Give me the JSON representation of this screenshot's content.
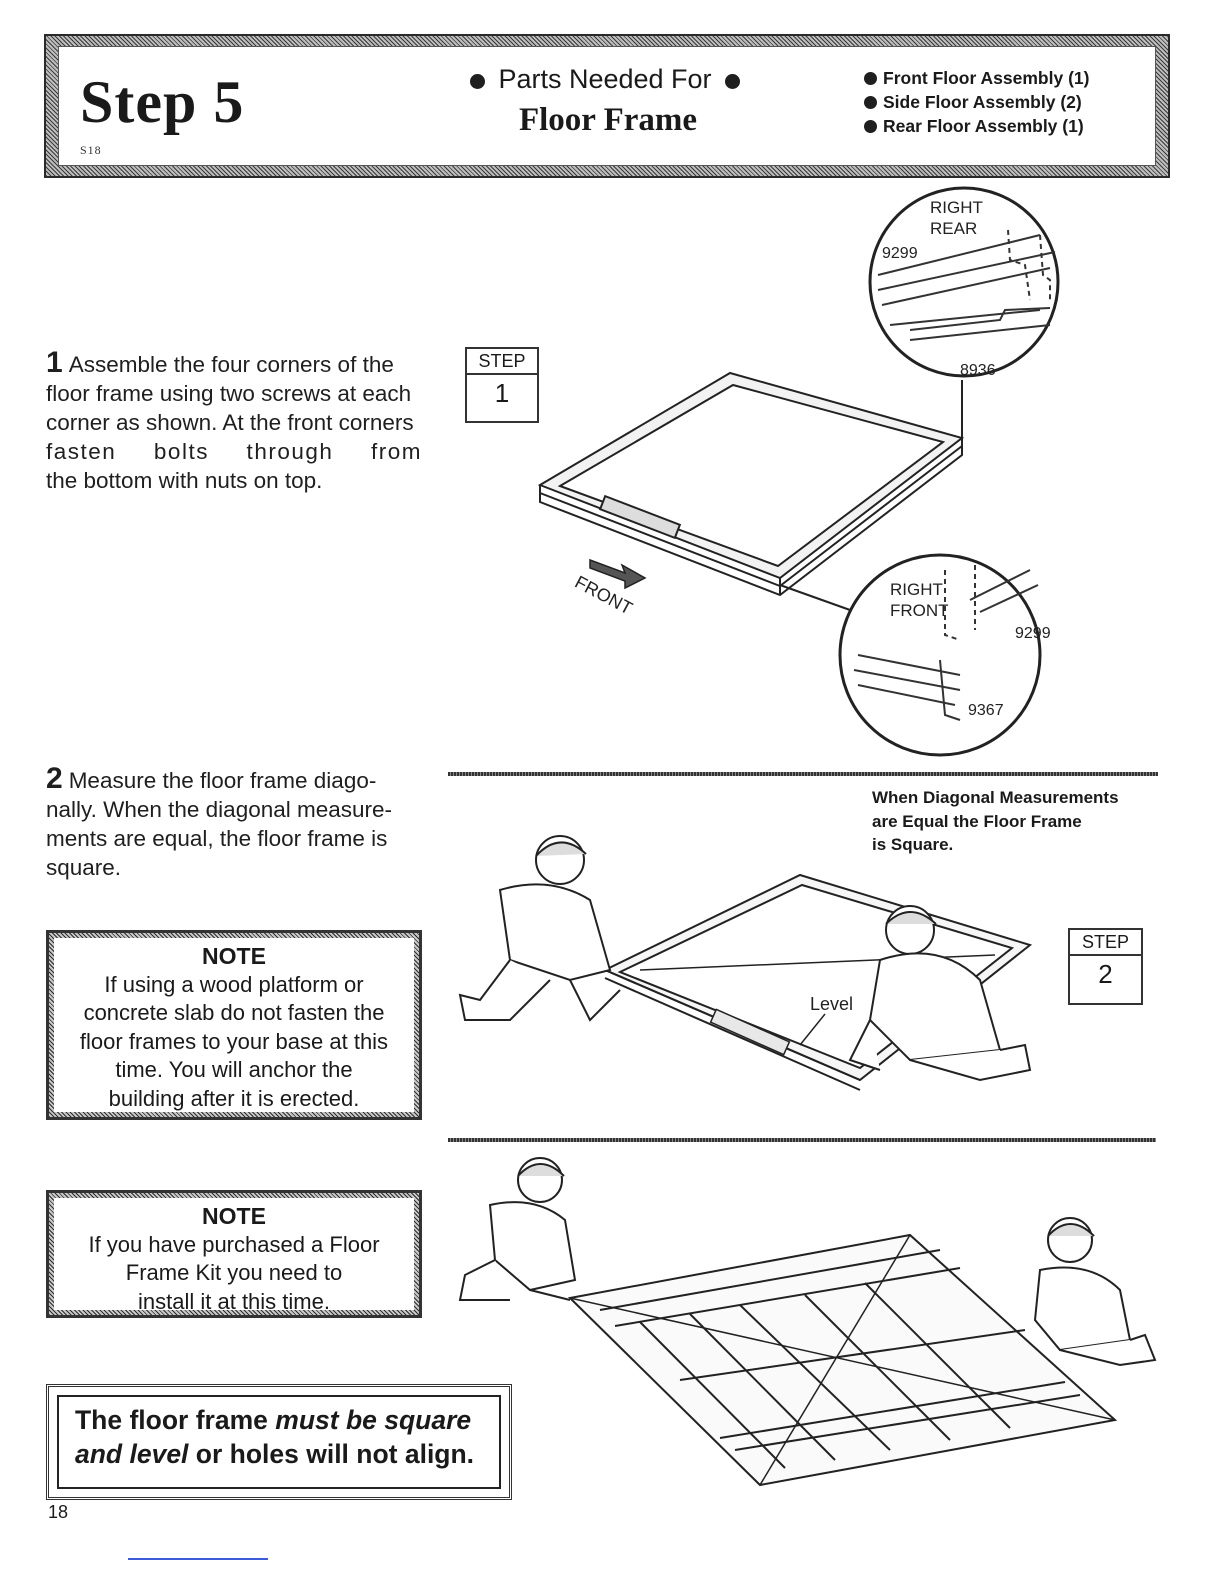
{
  "header": {
    "step_title": "Step 5",
    "step_code": "S18",
    "parts_needed_label": "Parts Needed For",
    "floor_frame_title": "Floor Frame",
    "parts": [
      "Front Floor Assembly (1)",
      "Side Floor Assembly (2)",
      "Rear Floor Assembly (1)"
    ]
  },
  "instruction1": {
    "number": "1",
    "line1": "Assemble the four corners of the",
    "line2": "floor frame using two screws at each",
    "line3": "corner as shown. At the front corners",
    "line4": "fasten bolts through from",
    "line5": "the bottom with nuts on top."
  },
  "instruction2": {
    "number": "2",
    "line1": "Measure the floor frame diago-",
    "line2": "nally. When the diagonal measure-",
    "line3": "ments are equal, the floor frame is",
    "line4": "square."
  },
  "note1": {
    "heading": "NOTE",
    "lines": [
      "If using a wood platform or",
      "concrete slab do not fasten the",
      "floor frames to your base at this",
      "time. You will anchor the",
      "building after it is erected."
    ]
  },
  "note2": {
    "heading": "NOTE",
    "lines": [
      "If you have purchased a Floor",
      "Frame Kit you need to",
      "install it at this time."
    ]
  },
  "warning": {
    "part1": "The floor frame ",
    "part2": "must be square",
    "part3": "and level",
    "part4": " or holes will not align."
  },
  "step_boxes": {
    "step1_label": "STEP",
    "step1_number": "1",
    "step2_label": "STEP",
    "step2_number": "2"
  },
  "diagram_step1": {
    "front_arrow_label": "FRONT",
    "rear_detail": {
      "corner_label_1": "RIGHT",
      "corner_label_2": "REAR",
      "part_a": "9299",
      "part_b": "8936"
    },
    "front_detail": {
      "corner_label_1": "RIGHT",
      "corner_label_2": "FRONT",
      "part_a": "9299",
      "part_b": "9367"
    }
  },
  "diagram_step2": {
    "caption_line1": "When Diagonal Measurements",
    "caption_line2": "are Equal the Floor Frame",
    "caption_line3": "is Square.",
    "level_label": "Level"
  },
  "page_number": "18"
}
